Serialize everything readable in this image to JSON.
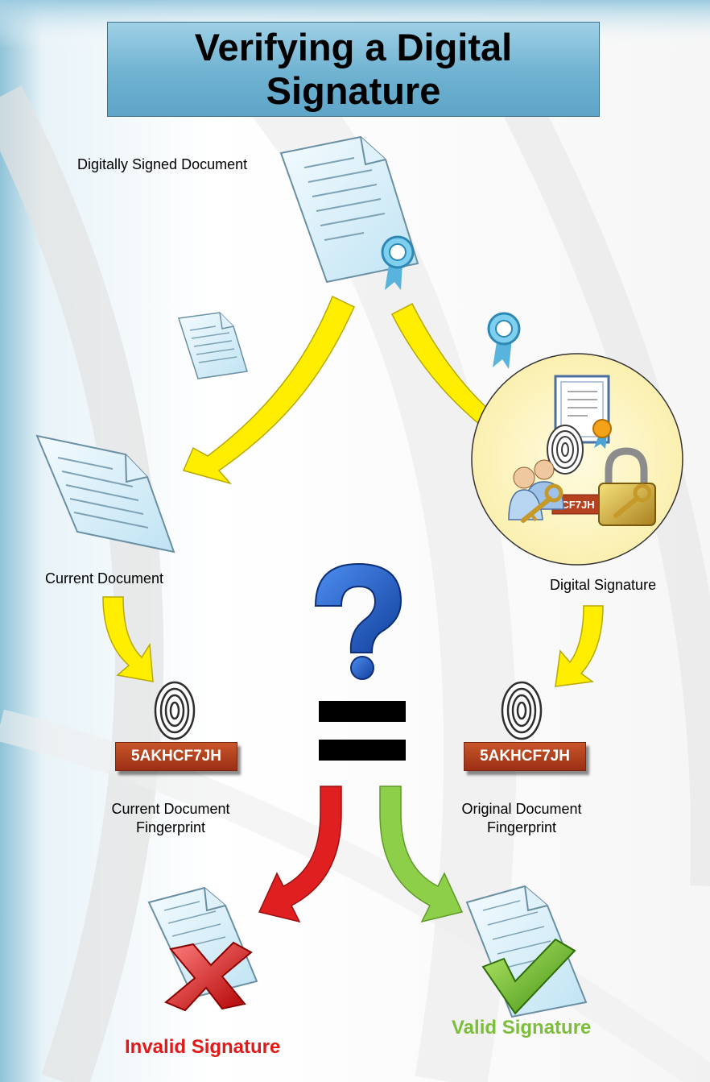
{
  "title": {
    "line1": "Verifying a Digital",
    "line2": "Signature"
  },
  "labels": {
    "signed_document": "Digitally Signed Document",
    "current_document": "Current Document",
    "digital_signature": "Digital Signature",
    "current_fingerprint_line1": "Current Document",
    "current_fingerprint_line2": "Fingerprint",
    "original_fingerprint_line1": "Original Document",
    "original_fingerprint_line2": "Fingerprint"
  },
  "fingerprints": {
    "current_code": "5AKHCF7JH",
    "original_code": "5AKHCF7JH",
    "signature_code_fragment": "CF7JH"
  },
  "results": {
    "invalid": "Invalid Signature",
    "valid": "Valid Signature"
  },
  "symbols": {
    "question": "?",
    "equals": "="
  },
  "colors": {
    "title_fill": "#6fb2d1",
    "arrow_flow": "#ffee00",
    "arrow_invalid": "#e02020",
    "arrow_valid": "#8ecf4a",
    "invalid_text": "#e31919",
    "valid_text": "#7dbd3c",
    "question_mark": "#1e5bc6",
    "code_badge": "#b5411f"
  },
  "icons": [
    "document-icon",
    "ribbon-seal-icon",
    "certificate-icon",
    "padlock-icon",
    "key-icon",
    "users-icon",
    "fingerprint-icon",
    "question-mark-icon",
    "equals-icon",
    "x-mark-icon",
    "check-mark-icon"
  ]
}
